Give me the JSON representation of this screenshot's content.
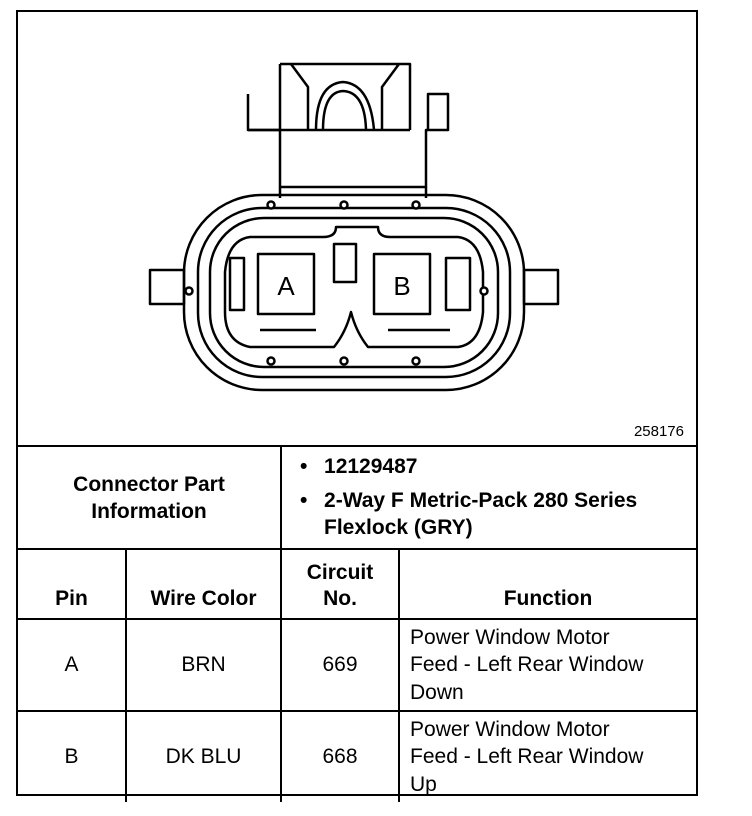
{
  "diagram": {
    "figure_number": "258176",
    "cavity_labels": [
      "A",
      "B"
    ]
  },
  "connector_info": {
    "label": "Connector Part Information",
    "items": [
      "12129487",
      "2-Way F Metric-Pack 280 Series Flexlock (GRY)"
    ]
  },
  "table": {
    "headers": {
      "pin": "Pin",
      "wire_color": "Wire Color",
      "circuit": "Circuit No.",
      "function": "Function"
    },
    "rows": [
      {
        "pin": "A",
        "wire_color": "BRN",
        "circuit": "669",
        "function": "Power Window Motor Feed - Left Rear Window Down"
      },
      {
        "pin": "B",
        "wire_color": "DK BLU",
        "circuit": "668",
        "function": "Power Window Motor Feed - Left Rear Window Up"
      }
    ]
  }
}
